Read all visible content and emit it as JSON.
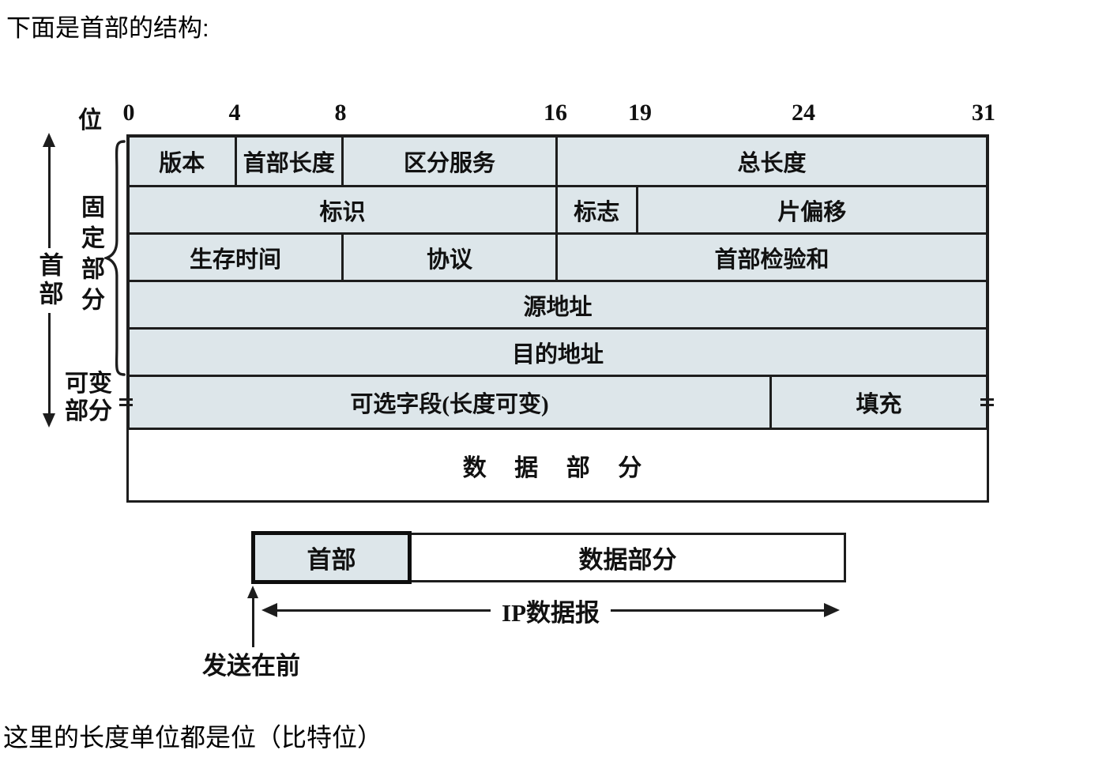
{
  "page": {
    "top_caption": "下面是首部的结构:",
    "bottom_caption": "这里的长度单位都是位（比特位）"
  },
  "diagram": {
    "bit_unit_label": "位",
    "bit_ticks": [
      "0",
      "4",
      "8",
      "16",
      "19",
      "24",
      "31"
    ],
    "side_labels": {
      "header": "首部",
      "fixed_part": "固定部分",
      "variable_part_line1": "可变",
      "variable_part_line2": "部分"
    },
    "rows": [
      [
        "版本",
        "首部长度",
        "区分服务",
        "总长度"
      ],
      [
        "标识",
        "标志",
        "片偏移"
      ],
      [
        "生存时间",
        "协议",
        "首部检验和"
      ],
      [
        "源地址"
      ],
      [
        "目的地址"
      ],
      [
        "可选字段(长度可变)",
        "填充"
      ]
    ],
    "data_section_label": "数 据 部 分",
    "packet": {
      "header_label": "首部",
      "data_label": "数据部分",
      "datagram_label": "IP数据报",
      "sent_first_label": "发送在前"
    },
    "colors": {
      "cell_background": "#dde6ea",
      "border": "#1d1d1d",
      "text": "#111111"
    }
  }
}
